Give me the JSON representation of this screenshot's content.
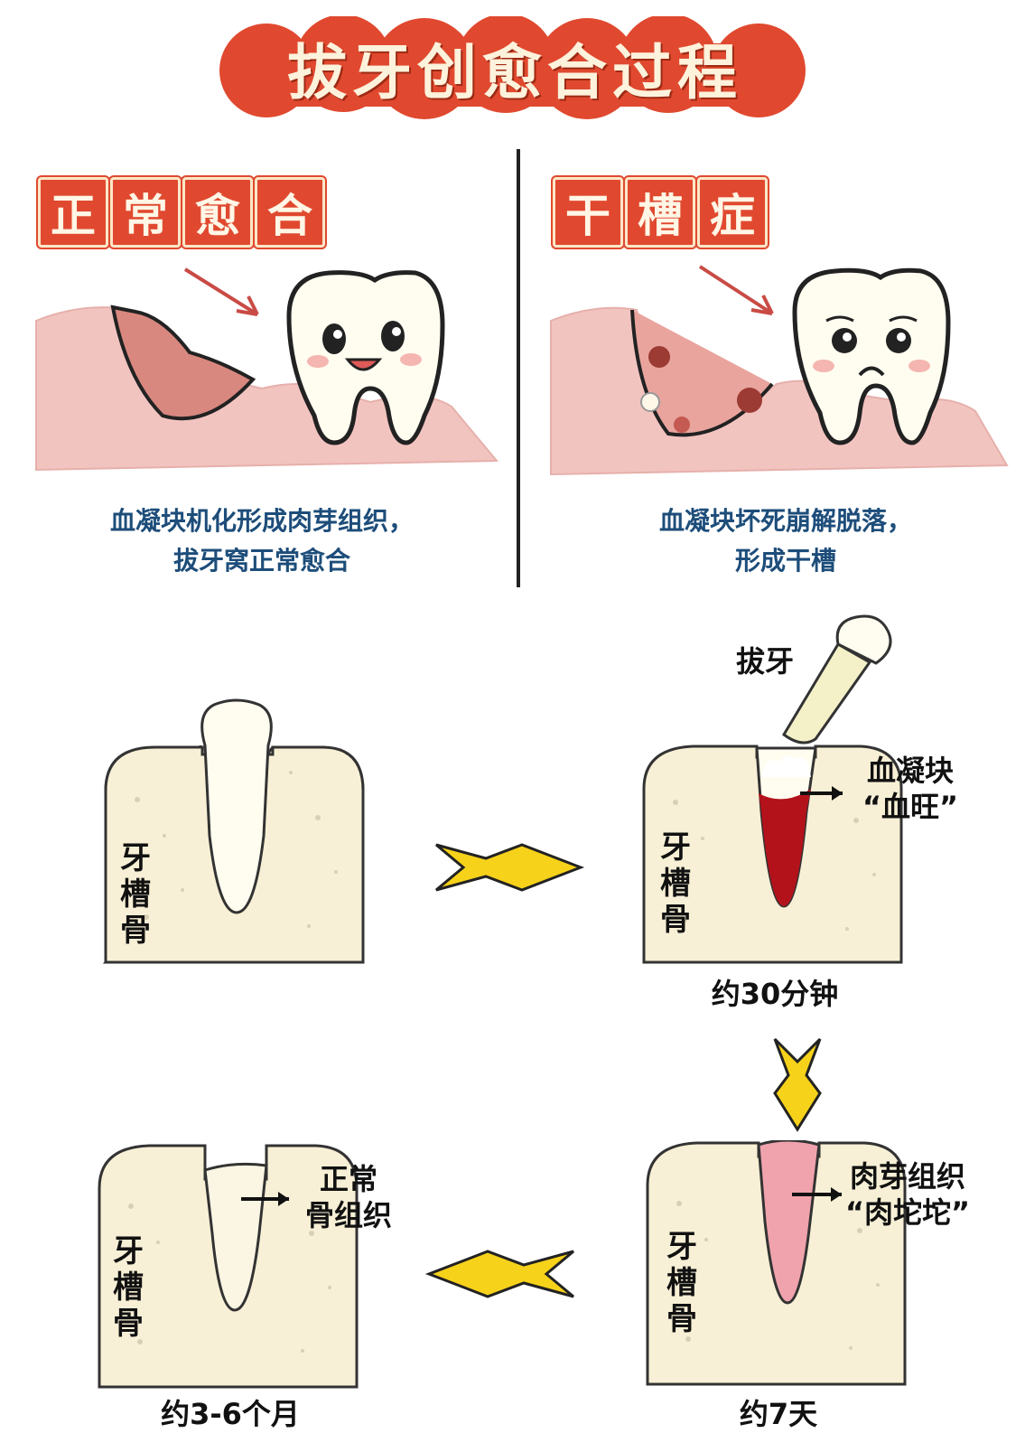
{
  "title": "拔牙创愈合过程",
  "normal": {
    "tag": [
      "正",
      "常",
      "愈",
      "合"
    ],
    "caption_line1": "血凝块机化形成肉芽组织，",
    "caption_line2": "拔牙窝正常愈合"
  },
  "dry_socket": {
    "tag": [
      "干",
      "槽",
      "症"
    ],
    "caption_line1": "血凝块坏死崩解脱落，",
    "caption_line2": "形成干槽"
  },
  "stages": {
    "alveolar_bone_label": [
      "牙",
      "槽",
      "骨"
    ],
    "extraction_label": "拔牙",
    "clot_label_1": "血凝块",
    "clot_label_2": "“血旺”",
    "clot_time": "约30分钟",
    "granulation_label_1": "肉芽组织",
    "granulation_label_2": "“肉坨坨”",
    "granulation_time": "约7天",
    "bone_label_1": "正常",
    "bone_label_2": "骨组织",
    "bone_time": "约3-6个月"
  },
  "colors": {
    "title_red": "#e0492f",
    "gum_pink": "#f2c4c0",
    "bone_cream": "#f8f0d6",
    "clot_red": "#b3121b",
    "granulation_pink": "#f0a3ad",
    "arrow_yellow": "#f7d21a",
    "caption_blue": "#1d4d7a"
  }
}
